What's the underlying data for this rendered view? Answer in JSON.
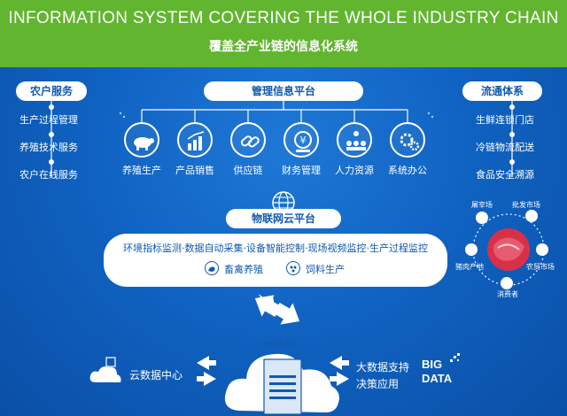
{
  "banner": {
    "title_en": "INFORMATION SYSTEM COVERING THE WHOLE INDUSTRY CHAIN",
    "title_cn": "覆盖全产业链的信息化系统"
  },
  "left": {
    "title": "农户服务",
    "items": [
      "生产过程管理",
      "养殖技术服务",
      "农户在线服务"
    ]
  },
  "center": {
    "title": "管理信息平台",
    "modules": [
      {
        "label": "养殖生产",
        "icon": "pig-icon"
      },
      {
        "label": "产品销售",
        "icon": "bar-chart-icon"
      },
      {
        "label": "供应链",
        "icon": "chain-link-icon"
      },
      {
        "label": "财务管理",
        "icon": "yen-coin-icon"
      },
      {
        "label": "人力资源",
        "icon": "people-hierarchy-icon"
      },
      {
        "label": "系统办公",
        "icon": "gears-icon"
      }
    ]
  },
  "right": {
    "title": "流通体系",
    "items": [
      "生鲜连锁门店",
      "冷链物流配送",
      "食品安全溯源"
    ],
    "ring_labels": [
      "屠宰场",
      "批发市场",
      "猪肉产地",
      "农贸市场",
      "消费者"
    ]
  },
  "iot": {
    "title": "物联网云平台",
    "line": "环境指标监测·数据自动采集·设备智能控制·现场视频监控·生产过程监控",
    "subs": [
      {
        "label": "畜禽养殖",
        "icon": "poultry-icon"
      },
      {
        "label": "饲料生产",
        "icon": "feed-icon"
      }
    ]
  },
  "bottom": {
    "cloud_center": "云数据中心",
    "server_brand": "WENS温氏",
    "bigdata_line1": "大数据支持",
    "bigdata_line2": "决策应用",
    "big_word": "BIG",
    "data_word": "DATA"
  },
  "colors": {
    "banner_green": "#61b52f",
    "background_blue": "#1063c2",
    "pill_text_blue": "#1159b0"
  }
}
